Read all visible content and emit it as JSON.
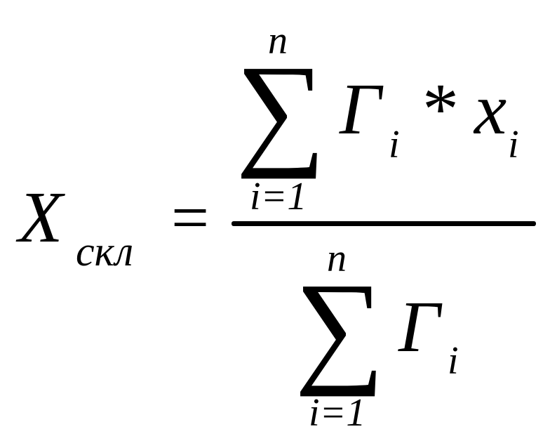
{
  "formula": {
    "lhs": {
      "variable": "X",
      "subscript": "скл"
    },
    "equals": "=",
    "numerator": {
      "sum_symbol": "∑",
      "upper_limit": "n",
      "lower_limit": "i=1",
      "term_1": "Г",
      "term_1_index": "i",
      "operator": "*",
      "term_2": "x",
      "term_2_index": "i"
    },
    "denominator": {
      "sum_symbol": "∑",
      "upper_limit": "n",
      "lower_limit": "i=1",
      "term": "Г",
      "term_index": "i"
    }
  }
}
